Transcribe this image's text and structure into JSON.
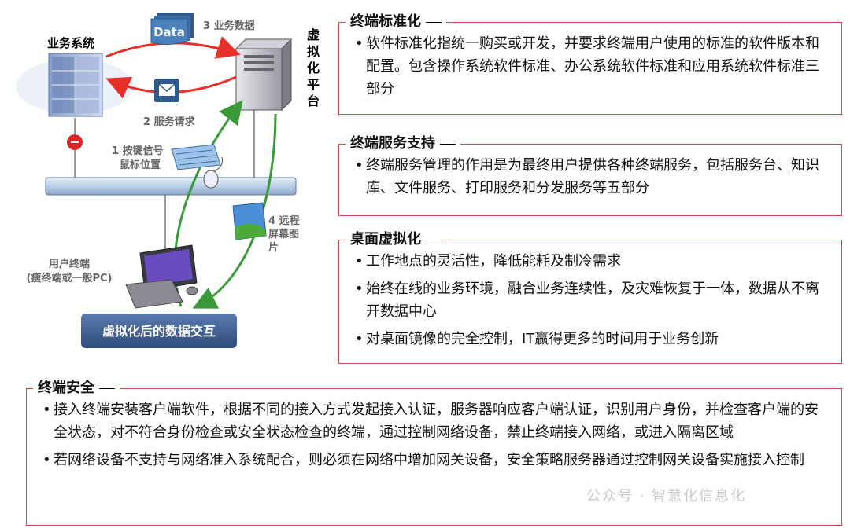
{
  "diagram": {
    "business_system": "业务系统",
    "virtual_platform": [
      "虚",
      "拟",
      "化",
      "平",
      "台"
    ],
    "data_icon": "Data",
    "step3": "3 业务数据",
    "step2": "2 服务请求",
    "step1_line1": "1 按键信号",
    "step1_line2": "鼠标位置",
    "step4_line1": "4 远程",
    "step4_line2": "屏幕图",
    "step4_line3": "片",
    "terminal_line1": "用户终端",
    "terminal_line2": "(瘦终端或一般PC)",
    "banner": "虚拟化后的数据交互",
    "colors": {
      "red_arrow": "#e8302a",
      "green_arrow": "#3a9a3a",
      "banner": "#3f5f8c",
      "border": "#c0504d"
    },
    "icons": [
      "server-icon",
      "tower-server-icon",
      "data-document-icon",
      "envelope-icon",
      "keyboard-icon",
      "mouse-icon",
      "monitor-icon",
      "desktop-screenshot-icon",
      "blocked-icon"
    ]
  },
  "panels": {
    "standard": {
      "title": "终端标准化",
      "bullets": [
        "软件标准化指统一购买或开发，并要求终端用户使用的标准的软件版本和配置。包含操作系统软件标准、办公系统软件标准和应用系统软件标准三部分"
      ]
    },
    "service": {
      "title": "终端服务支持",
      "bullets": [
        "终端服务管理的作用是为最终用户提供各种终端服务，包括服务台、知识库、文件服务、打印服务和分发服务等五部分"
      ]
    },
    "desktop": {
      "title": "桌面虚拟化",
      "bullets": [
        "工作地点的灵活性，降低能耗及制冷需求",
        "始终在线的业务环境，融合业务连续性，及灾难恢复于一体，数据从不离开数据中心",
        "对桌面镜像的完全控制，IT赢得更多的时间用于业务创新"
      ]
    },
    "security": {
      "title": "终端安全",
      "bullets": [
        "接入终端安装客户端软件，根据不同的接入方式发起接入认证，服务器响应客户端认证，识别用户身份，并检查客户端的安全状态，对不符合身份检查或安全状态检查的终端，通过控制网络设备，禁止终端接入网络，或进入隔离区域",
        "若网络设备不支持与网络准入系统配合，则必须在网络中增加网关设备，安全策略服务器通过控制网关设备实施接入控制"
      ]
    }
  },
  "watermark": "公众号 · 智慧化信息化"
}
